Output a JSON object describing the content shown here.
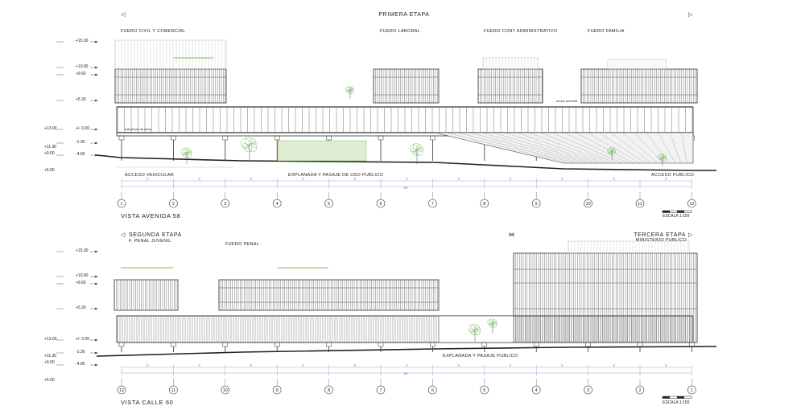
{
  "top": {
    "stage_title": "PRIMERA ETAPA",
    "fueros": [
      "FUERO CIVIL Y COMERCIAL",
      "FUERO LABORAL",
      "FUERO CONT ADMINISTRATIVO",
      "FUERO FAMILIA"
    ],
    "levels_right": [
      "+15.30",
      "+10.90",
      "+9.60",
      "+5.30",
      "+/- 0.00",
      "-1.30",
      "-4.90"
    ],
    "levels_left": [
      "+13.00",
      "+11.30",
      "+9.00",
      "+6.00"
    ],
    "tiny_notes": [
      "hall primero de mesa"
    ],
    "terrace_note": "terraza accesible",
    "access_left": "ACCESO VEHICULAR",
    "esplanade": "EXPLANADA Y PASAJE DE USO PUBLICO",
    "access_right": "ACCESO PUBLICO",
    "axes": [
      "1",
      "2",
      "3",
      "4",
      "5",
      "6",
      "7",
      "8",
      "9",
      "10",
      "11",
      "12"
    ],
    "dims": [
      "9",
      "9",
      "9",
      "9",
      "9",
      "9",
      "9",
      "9",
      "9",
      "9",
      "9"
    ],
    "total_dim": "99",
    "view_label": "VISTA AVENIDA 58",
    "scale": "ESCALA 1:150"
  },
  "bottom": {
    "stage_left": "SEGUNDA ETAPA",
    "stage_left_sub": "F. PENAL JUVENIL",
    "fuero_penal": "FUERO PENAL",
    "stage_right": "TERCERA ETAPA",
    "stage_right_sub": "MINISTERIO PUBLICO",
    "levels_right": [
      "+15.30",
      "+10.90",
      "+9.60",
      "+5.30",
      "+/- 0.00",
      "-1.30",
      "-4.90"
    ],
    "levels_left": [
      "+13.00",
      "+11.30",
      "+9.00",
      "+6.00"
    ],
    "esplanade": "EXPLANADA Y PASAJE PUBLICO",
    "axes": [
      "12",
      "11",
      "10",
      "9",
      "8",
      "7",
      "6",
      "5",
      "4",
      "3",
      "2",
      "1"
    ],
    "dims": [
      "9",
      "9",
      "9",
      "9",
      "9",
      "9",
      "9",
      "9",
      "9",
      "9",
      "9"
    ],
    "total_dim": "99",
    "view_label": "VISTA CALLE 60",
    "scale": "ESCALA 1:150"
  }
}
